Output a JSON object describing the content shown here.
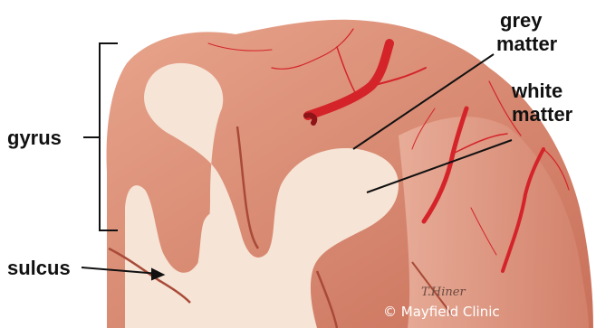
{
  "labels": {
    "gyrus": "gyrus",
    "sulcus": "sulcus",
    "grey_matter_line1": "grey",
    "grey_matter_line2": "matter",
    "white_matter_line1": "white",
    "white_matter_line2": "matter"
  },
  "credit": "© Mayfield Clinic",
  "signature": "T.Hiner",
  "colors": {
    "grey_matter": "#d9876a",
    "grey_matter_light": "#e8a58c",
    "white_matter": "#f6e4d6",
    "artery": "#d4242a",
    "leader_line": "#111111",
    "background": "#ffffff"
  }
}
